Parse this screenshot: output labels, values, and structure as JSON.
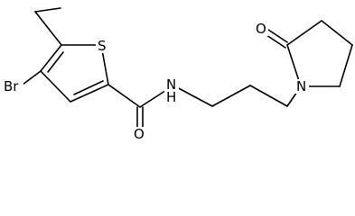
{
  "structure": {
    "atoms": {
      "sulfur": "S",
      "bromine": "Br",
      "amide_nitrogen": "N",
      "amide_hydrogen": "H",
      "carbonyl_oxygen": "O",
      "lactam_nitrogen": "N",
      "lactam_oxygen": "O"
    }
  }
}
